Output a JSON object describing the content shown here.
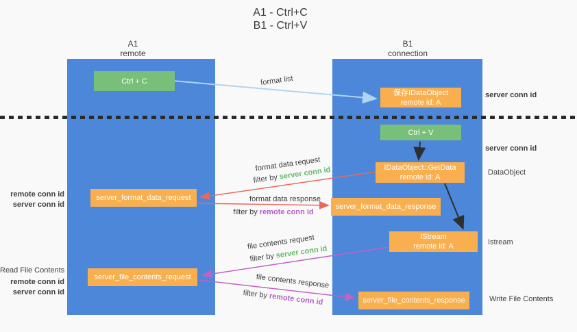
{
  "title": {
    "line1": "A1 - Ctrl+C",
    "line2": "B1 - Ctrl+V"
  },
  "lanes": {
    "a1": {
      "name": "A1",
      "subtitle": "remote"
    },
    "b1": {
      "name": "B1",
      "subtitle": "connection"
    }
  },
  "boxes": {
    "ctrl_c": {
      "label": "Ctrl + C"
    },
    "save_idataobject": {
      "line1": "保存IDataObject",
      "line2": "remote id: A"
    },
    "ctrl_v": {
      "label": "Ctrl + V"
    },
    "getdata": {
      "line1": "IDataObject::GetData",
      "line2": "remote id: A"
    },
    "format_request": {
      "label": "server_format_data_request"
    },
    "format_response": {
      "label": "server_format_data_response"
    },
    "istream": {
      "line1": "IStream",
      "line2": "remote id: A"
    },
    "file_request": {
      "label": "server_file_contents_request"
    },
    "file_response": {
      "label": "server_file_contents_response"
    }
  },
  "flow_labels": {
    "format_list": "format list",
    "format_data_request": "format data request",
    "format_data_response": "format data response",
    "file_contents_request": "file contents request",
    "file_contents_response": "file contents response",
    "filter_by": "filter by",
    "server_conn_id": "server conn id",
    "remote_conn_id": "remote conn id"
  },
  "side_labels": {
    "right_top_server_conn_id": "server conn id",
    "right_mid_server_conn_id": "server conn id",
    "dataobject": "DataObject",
    "istream": "Istream",
    "write_file_contents": "Write File Contents",
    "left_top_remote_conn_id": "remote conn id",
    "left_top_server_conn_id": "server conn id",
    "read_file_contents": "Read File Contents",
    "left_bottom_remote_conn_id": "remote conn id",
    "left_bottom_server_conn_id": "server conn id"
  },
  "colors": {
    "lane_blue": "#4d87d9",
    "action_green": "#78c07a",
    "message_orange": "#faaf4f",
    "arrow_lightblue": "#aed5f2",
    "arrow_red": "#e9695e",
    "arrow_magenta": "#c162c5",
    "arrow_black": "#2e2e2e",
    "text_green": "#5fbc66",
    "text_purple": "#b35fc9",
    "text_dark": "#3f3f3f",
    "background": "#f9f9f9"
  }
}
